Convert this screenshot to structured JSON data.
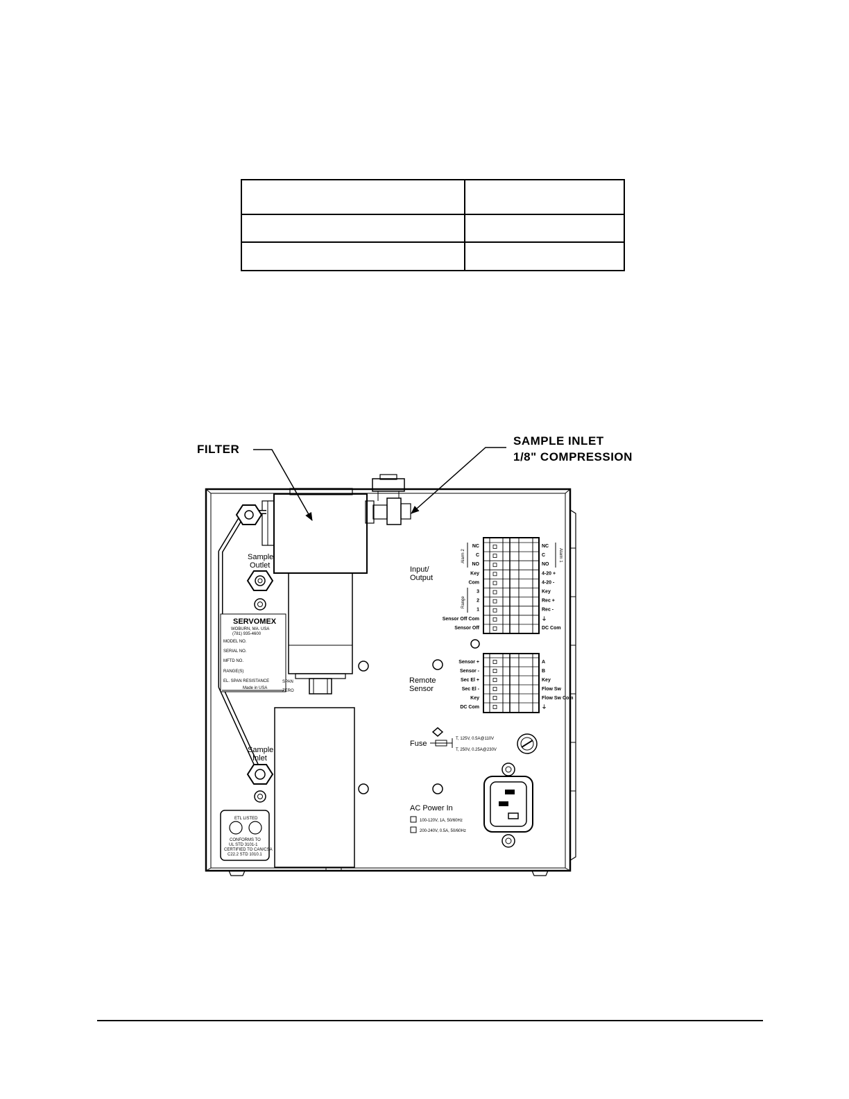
{
  "table": {
    "rows": [
      [
        "",
        ""
      ],
      [
        "",
        ""
      ],
      [
        "",
        ""
      ]
    ]
  },
  "callouts": {
    "filter": "FILTER",
    "sample_inlet_line1": "SAMPLE INLET",
    "sample_inlet_line2": "1/8\" COMPRESSION"
  },
  "panel": {
    "sample_outlet": [
      "Sample",
      "Outlet"
    ],
    "sample_inlet": [
      "Sample",
      "Inlet"
    ],
    "input_output": [
      "Input/",
      "Output"
    ],
    "remote_sensor": [
      "Remote",
      "Sensor"
    ],
    "fuse": "Fuse",
    "fuse_ratings": [
      "T, 125V, 0.5A@110V",
      "T, 250V, 0.25A@230V"
    ],
    "ac_power": "AC Power In",
    "voltage_options": [
      "100-120V, 1A, 50/60Hz",
      "200-240V, 0.5A, 50/60Hz"
    ],
    "alarm2": "Alarm 2",
    "alarm1": "Alarm 1",
    "range": "Range",
    "io_left_labels": [
      "NC",
      "C",
      "NO",
      "Key",
      "Com",
      "3",
      "2",
      "1",
      "Sensor Off Com",
      "Sensor Off"
    ],
    "io_right_labels": [
      "NC",
      "C",
      "NO",
      "4-20 +",
      "4-20 -",
      "Key",
      "Rec +",
      "Rec -",
      "⏚",
      "DC Com"
    ],
    "rs_left_labels": [
      "Sensor +",
      "Sensor -",
      "Sec El +",
      "Sec El -",
      "Key",
      "DC Com"
    ],
    "rs_right_labels": [
      "A",
      "B",
      "Key",
      "Flow Sw",
      "Flow Sw Com",
      "⏚"
    ]
  },
  "nameplate": {
    "brand": "SERVOMEX",
    "location": "WOBURN, MA. USA",
    "phone": "(781) 935-4600",
    "fields": [
      "MODEL NO.",
      "SERIAL NO.",
      "MFTD NO.",
      "RANGE(S)",
      "EL. SPAN RESISTANCE"
    ],
    "span": "SPAN",
    "zero": "ZERO",
    "made_in": "Made in USA"
  },
  "cert": {
    "listed": "ETL LISTED",
    "lines": [
      "CONFORMS TO",
      "UL STD 3101-1",
      "CERTIFIED TO CAN/CSA",
      "C22.2 STD 1010.1"
    ]
  }
}
